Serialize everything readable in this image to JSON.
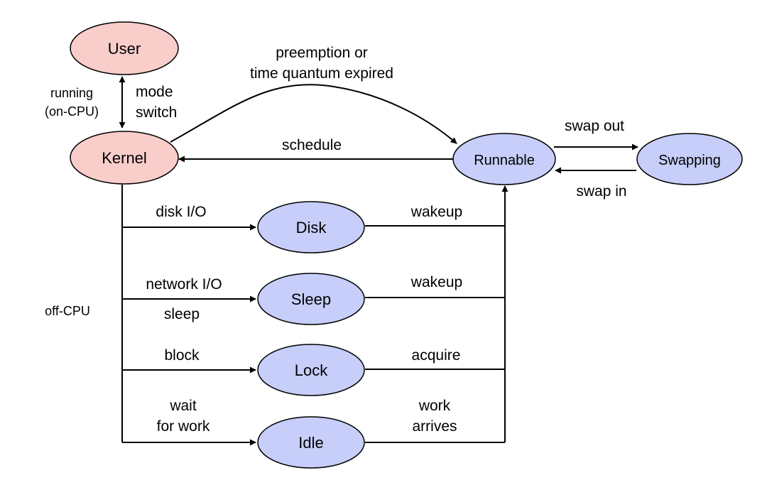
{
  "colors": {
    "on_cpu_fill": "#f9cdca",
    "off_cpu_fill": "#c6cef9",
    "stroke": "#000000"
  },
  "nodes": {
    "user": "User",
    "kernel": "Kernel",
    "runnable": "Runnable",
    "swapping": "Swapping",
    "disk": "Disk",
    "sleep": "Sleep",
    "lock": "Lock",
    "idle": "Idle"
  },
  "edges": {
    "mode_switch": [
      "mode",
      "switch"
    ],
    "preemption": [
      "preemption or",
      "time quantum expired"
    ],
    "schedule": "schedule",
    "swap_out": "swap out",
    "swap_in": "swap in",
    "disk_io": "disk I/O",
    "network_io": "network I/O",
    "sleep": "sleep",
    "block": "block",
    "wait_for_work": [
      "wait",
      "for work"
    ],
    "wakeup_disk": "wakeup",
    "wakeup_sleep": "wakeup",
    "acquire": "acquire",
    "work_arrives": [
      "work",
      "arrives"
    ]
  },
  "annotations": {
    "running": [
      "running",
      "(on-CPU)"
    ],
    "off_cpu": "off-CPU"
  }
}
